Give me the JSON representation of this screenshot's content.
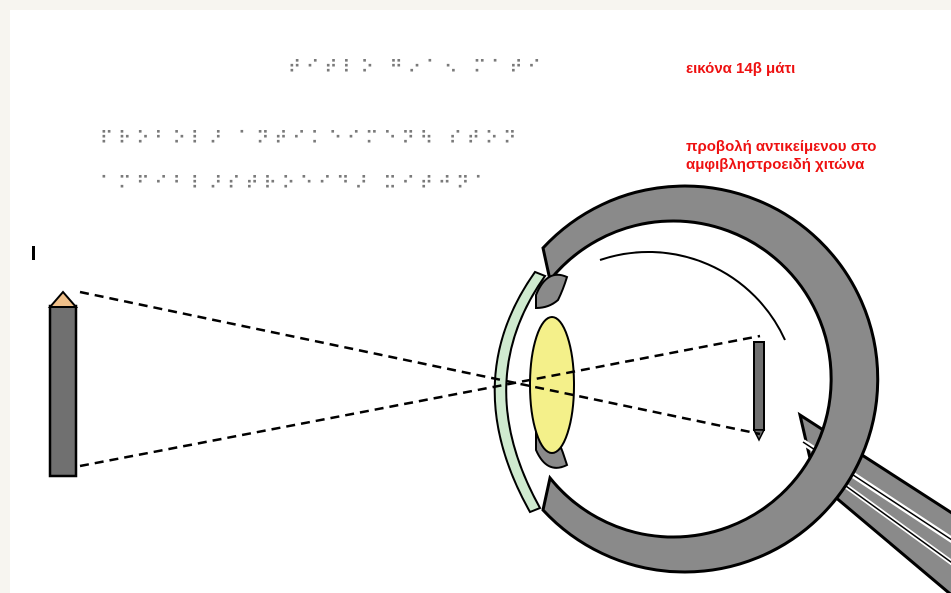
{
  "title_braille": "⠞⠊⠞⠇⠕ ⠛⠔⠁⠢ ⠍⠁⠞⠊",
  "title_caption": "εικόνα 14β μάτι",
  "projection_braille": [
    "⠏⠗⠕⠃⠕⠇⠜ ⠁⠝⠞⠊⠅⠑⠊⠍⠑⠝⠳ ⠎⠞⠕⠝",
    "⠁⠍⠋⠊⠃⠇⠜⠎⠞⠗⠕⠑⠊⠙⠜ ⠭⠊⠞⠚⠝⠁"
  ],
  "projection_caption": [
    "προβολή αντικείμενου στο",
    "αμφιβληστροειδή χιτώνα"
  ],
  "colors": {
    "caption_red": "#ee1111",
    "braille_gray": "#7a7a7a",
    "eye_wall_gray": "#8a8a8a",
    "cornea_green": "#cfeacf",
    "lens_yellow": "#f4f08a",
    "pencil_gray": "#707070",
    "pencil_tip": "#f0c08a"
  }
}
